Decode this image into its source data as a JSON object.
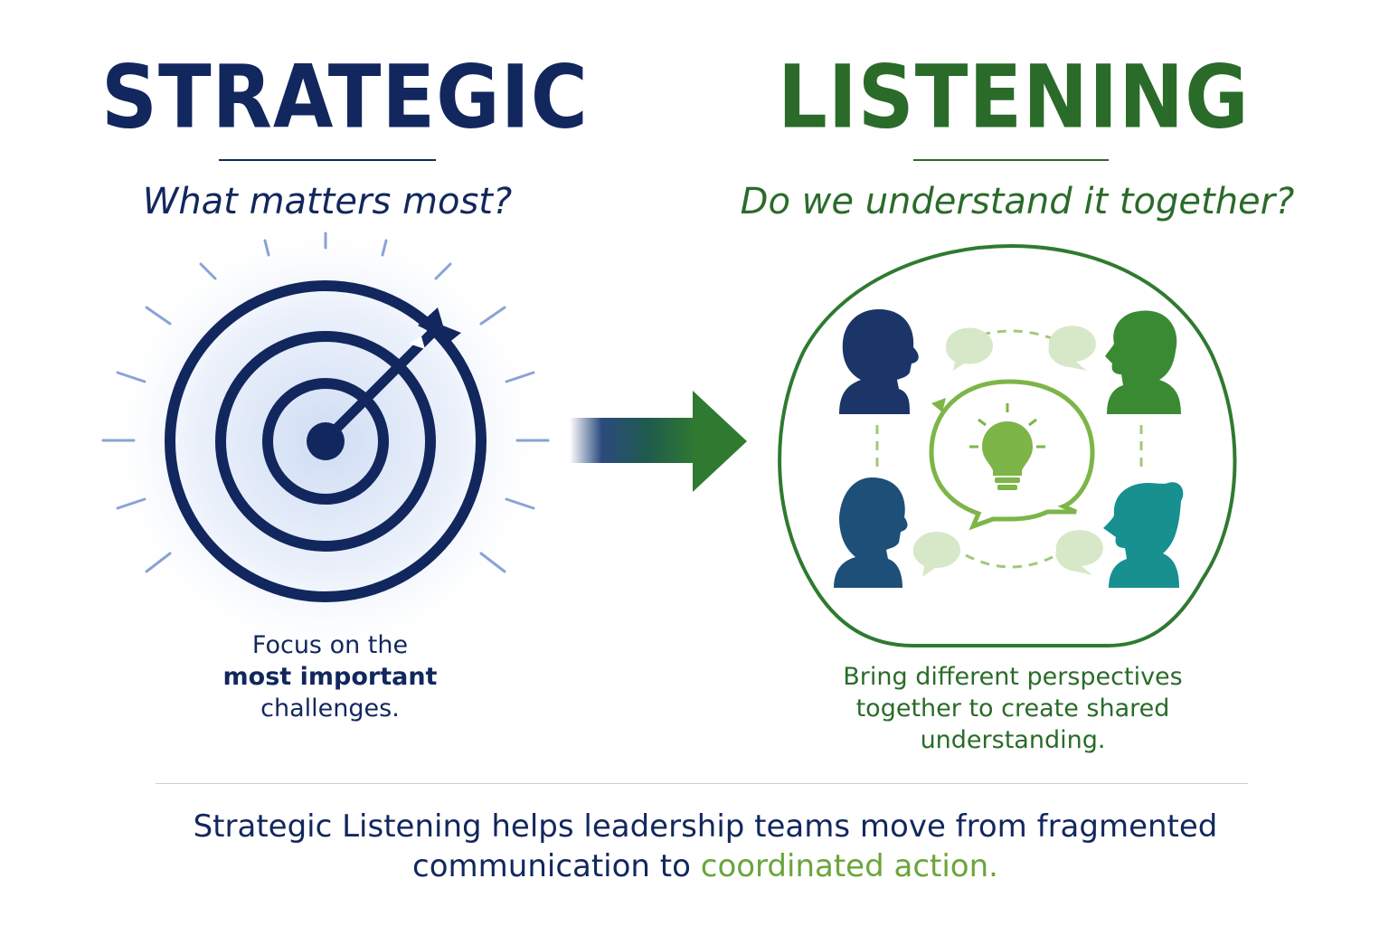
{
  "left": {
    "title": "STRATEGIC",
    "question": "What matters most?",
    "caption_line1": "Focus on the",
    "caption_bold": "most important",
    "caption_line3": "challenges."
  },
  "right": {
    "title": "LISTENING",
    "question": "Do we understand it together?",
    "caption": "Bring different perspectives together to create shared understanding."
  },
  "footer": {
    "text_start": "Strategic Listening helps leadership teams move from fragmented communication to",
    "text_accent": "coordinated action."
  },
  "colors": {
    "navy": "#12275e",
    "green": "#2a6b2a",
    "light_green": "#6aa53a",
    "teal": "#17908f",
    "steel_blue": "#1d4f78"
  },
  "icons": [
    "target-icon",
    "arrow-icon",
    "person-icon",
    "speech-bubble-icon",
    "lightbulb-icon"
  ]
}
